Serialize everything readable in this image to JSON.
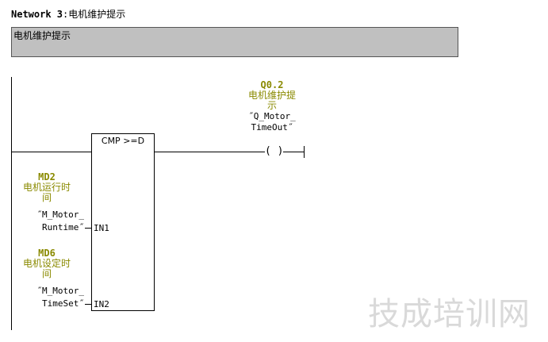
{
  "network": {
    "label": "Network 3",
    "separator": ":",
    "title": "电机维护提示"
  },
  "comment": "电机维护提示",
  "coil": {
    "address": "Q0.2",
    "comment_line1": "电机维护提",
    "comment_line2": "示",
    "symbol_line1": "˝Q_Motor_",
    "symbol_line2": "TimeOut˝",
    "glyph": "( )"
  },
  "compare_box": {
    "title": "CMP >=D",
    "in1_label": "IN1",
    "in2_label": "IN2"
  },
  "in1": {
    "address": "MD2",
    "comment_line1": "电机运行时",
    "comment_line2": "间",
    "symbol_line1": "˝M_Motor_",
    "symbol_line2": "Runtime˝"
  },
  "in2": {
    "address": "MD6",
    "comment_line1": "电机设定时",
    "comment_line2": "间",
    "symbol_line1": "˝M_Motor_",
    "symbol_line2": "TimeSet˝"
  },
  "watermark": "技成培训网",
  "colors": {
    "operand": "#8a8a00",
    "comment_bg": "#c0c0c0"
  }
}
